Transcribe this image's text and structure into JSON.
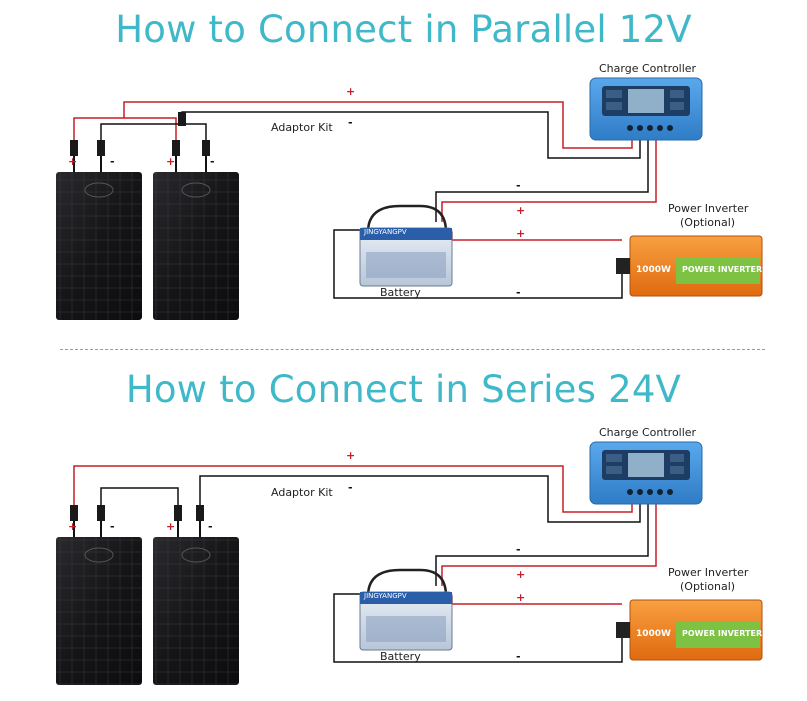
{
  "sections": [
    {
      "title": "How to Connect in Parallel 12V",
      "adaptor_label": "Adaptor Kit",
      "controller_label": "Charge Controller",
      "inverter_label_1": "Power Inverter",
      "inverter_label_2": "(Optional)",
      "battery_label": "Battery",
      "battery_brand": "JINGYANGPV",
      "inverter_text": "POWER INVERTER",
      "inverter_watt": "1000W"
    },
    {
      "title": "How to Connect in Series 24V",
      "adaptor_label": "Adaptor Kit",
      "controller_label": "Charge Controller",
      "inverter_label_1": "Power Inverter",
      "inverter_label_2": "(Optional)",
      "battery_label": "Battery",
      "battery_brand": "JINGYANGPV",
      "inverter_text": "POWER INVERTER",
      "inverter_watt": "1000W"
    }
  ],
  "signs": {
    "plus": "+",
    "minus": "-"
  },
  "colors": {
    "title": "#3fb8c9",
    "positive_wire": "#c81e28",
    "negative_wire": "#111111",
    "controller": "#3a8fd8",
    "inverter": "#f07d1a",
    "inverter_panel": "#7dc242"
  }
}
